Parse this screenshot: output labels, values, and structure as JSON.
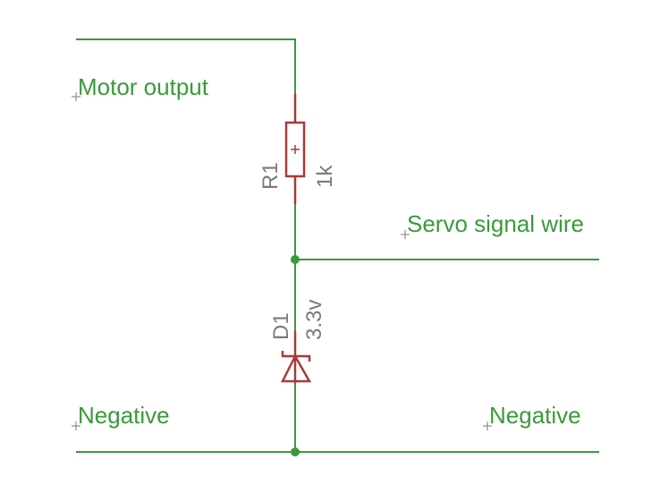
{
  "colors": {
    "wire": "#3a9a3a",
    "component": "#a83a3a",
    "label_net": "#3a9a3a",
    "label_part": "#7a7a7a"
  },
  "labels": {
    "motor_output": "Motor output",
    "servo_signal": "Servo signal wire",
    "negative_left": "Negative",
    "negative_right": "Negative"
  },
  "components": {
    "resistor": {
      "ref": "R1",
      "value": "1k",
      "icon": "resistor-icon"
    },
    "diode": {
      "ref": "D1",
      "value": "3.3v",
      "icon": "zener-diode-icon"
    }
  }
}
